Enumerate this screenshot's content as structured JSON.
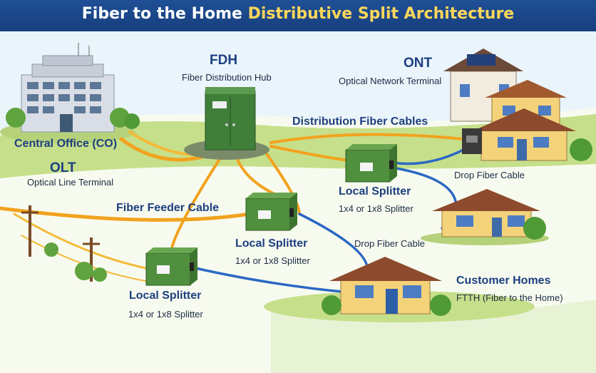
{
  "title": {
    "part1": "Fiber to the Home",
    "part2": "Distributive Split Architecture",
    "part1_color": "#ffffff",
    "part2_color": "#ffd75a"
  },
  "labels": {
    "central_office": "Central Office (CO)",
    "olt_title": "OLT",
    "olt_subtitle": "Optical Line Terminal",
    "fdh_title": "FDH",
    "fdh_subtitle": "Fiber Distribution Hub",
    "ont_title": "ONT",
    "ont_subtitle": "Optical Network Terminal",
    "distribution_cables": "Distribution Fiber Cables",
    "feeder_cable": "Fiber Feeder Cable",
    "drop_cable_1": "Drop Fiber Cable",
    "drop_cable_2": "Drop Fiber Cable",
    "splitter_right_title": "Local Splitter",
    "splitter_right_subtitle": "1x4 or 1x8 Splitter",
    "splitter_middle_title": "Local Splitter",
    "splitter_middle_subtitle": "1x4 or 1x8 Splitter",
    "splitter_left_title": "Local Splitter",
    "splitter_left_subtitle": "1x4 or 1x8 Splitter",
    "customer_homes_title": "Customer Homes",
    "customer_homes_subtitle": "FTTH (Fiber to the Home)"
  },
  "colors": {
    "heading_blue": "#1c3f80",
    "feeder_orange": "#f2a21e",
    "drop_blue": "#2b68c4",
    "splitter_green": "#4f8f3d",
    "house_yellow": "#f3d27a",
    "roof_brown": "#8d4a2c",
    "grass": "#b9d77a"
  },
  "icons": {
    "central_office": "office-building-icon",
    "fdh": "cabinet-icon",
    "splitter": "splitter-box-icon",
    "home": "house-icon",
    "ont": "ont-device-icon",
    "pole": "utility-pole-icon"
  }
}
